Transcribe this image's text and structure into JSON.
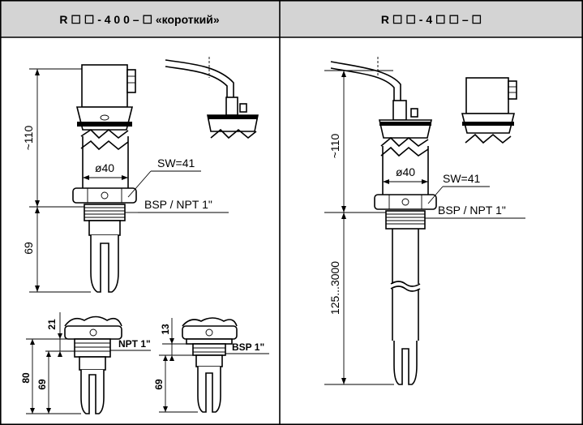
{
  "header": {
    "left_title": "R ☐ ☐ - 4 0 0 – ☐ «короткий»",
    "right_title": "R ☐ ☐ - 4 ☐ ☐ – ☐"
  },
  "left": {
    "dim_height": "~110",
    "dim_diameter": "ø40",
    "dim_wrench": "SW=41",
    "thread": "BSP / NPT 1\"",
    "dim_fork": "69"
  },
  "bottom_left": {
    "dim_21": "21",
    "thread": "NPT 1\"",
    "dim_80": "80",
    "dim_69": "69"
  },
  "bottom_right": {
    "dim_13": "13",
    "thread": "BSP 1\"",
    "dim_69": "69"
  },
  "right": {
    "dim_height": "~110",
    "dim_diameter": "ø40",
    "dim_wrench": "SW=41",
    "thread": "BSP / NPT 1\"",
    "dim_length": "125...3000"
  }
}
